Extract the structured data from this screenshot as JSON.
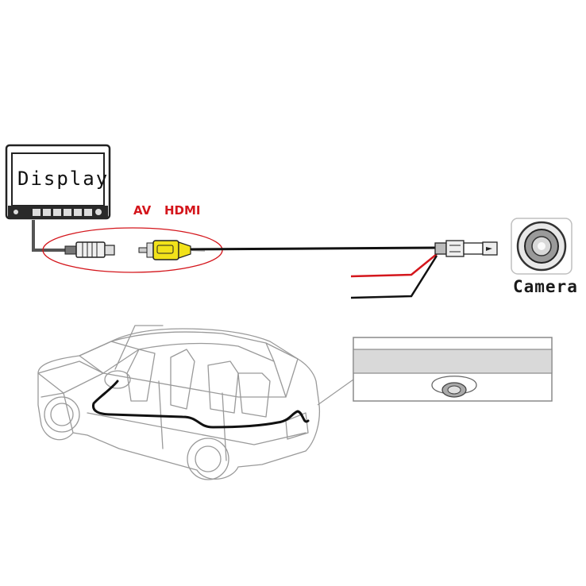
{
  "labels": {
    "display": "Display",
    "av": "AV",
    "hdmi": "HDMI",
    "camera": "Camera"
  },
  "colors": {
    "label_red": "#d4161c",
    "rca_yellow": "#f2e21a",
    "cable_black": "#111111",
    "cable_red": "#d4161c",
    "ellipse_red": "#d4161c",
    "line_gray": "#555555"
  },
  "icons": {
    "display": "monitor-icon",
    "camera": "camera-lens-icon",
    "car": "car-outline-icon",
    "rear_detail": "rear-mount-camera-icon"
  }
}
